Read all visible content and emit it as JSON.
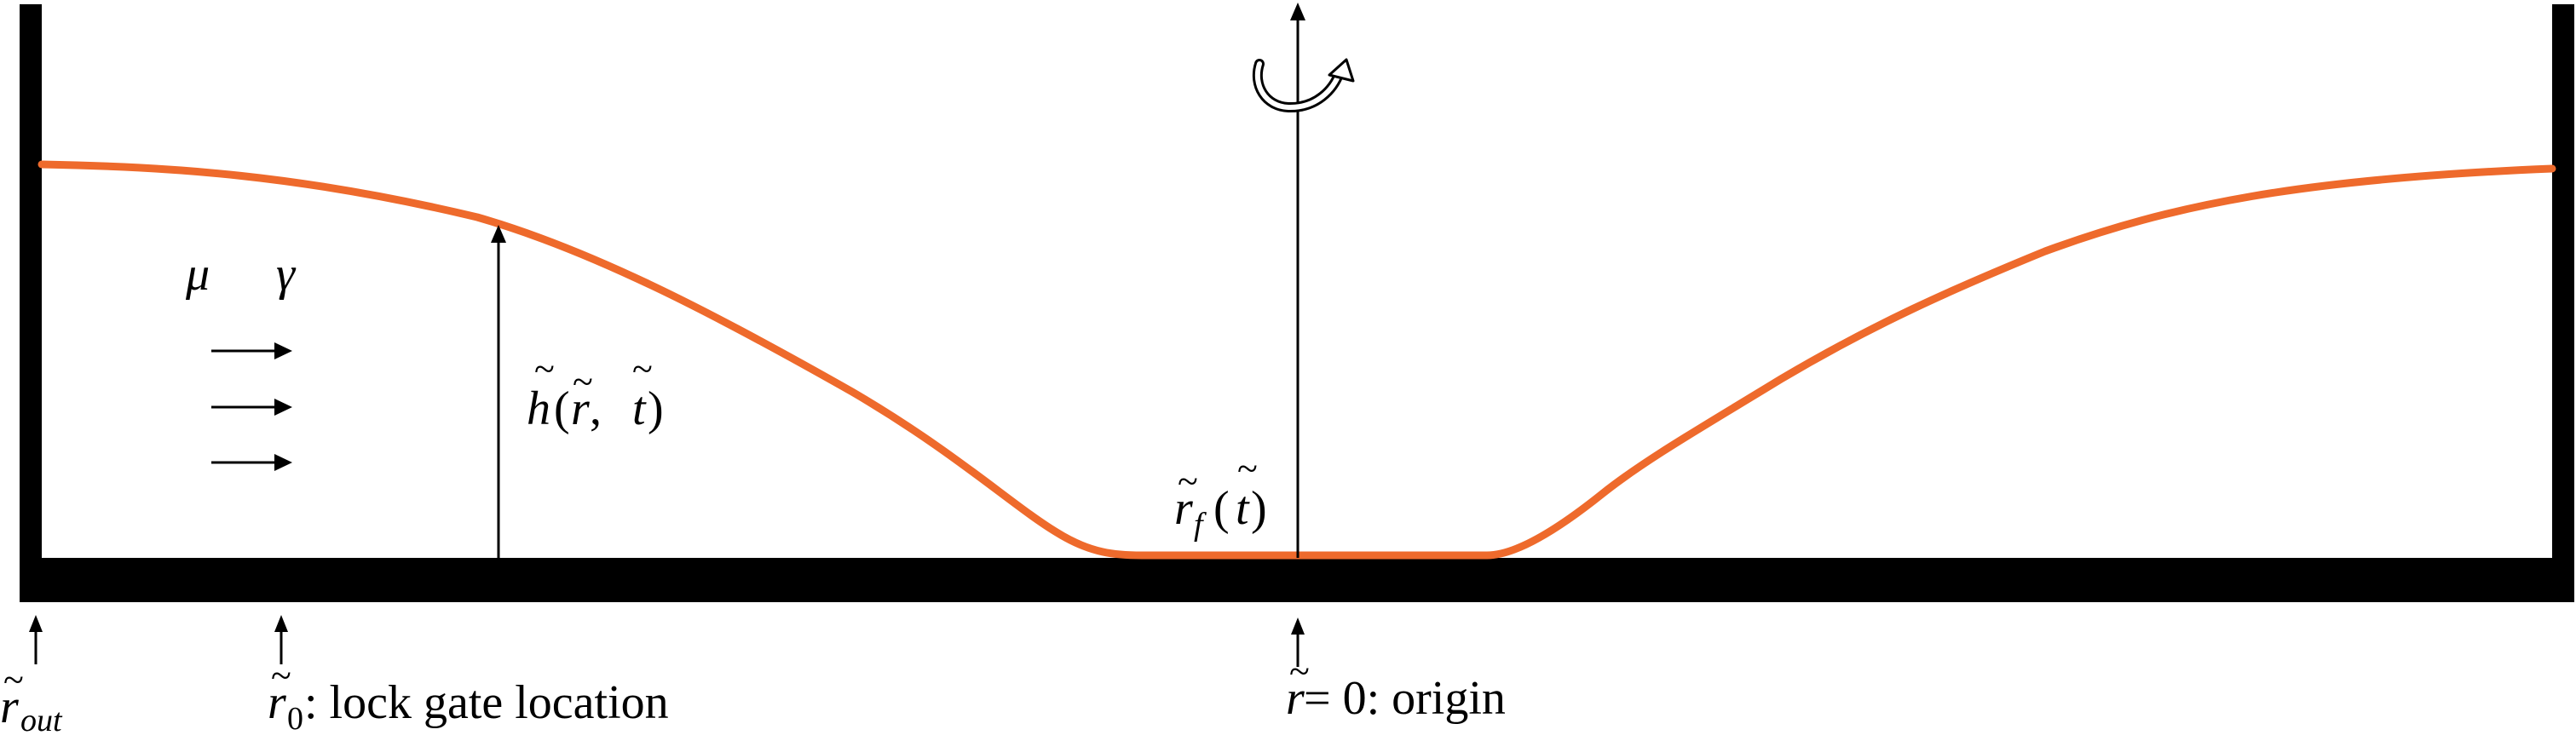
{
  "labels": {
    "mu": "μ",
    "gamma": "γ",
    "height_fn": "h",
    "height_args_open": "(",
    "height_arg_r": "r",
    "height_sep": ", ",
    "height_arg_t": "t",
    "height_args_close": ")",
    "front_r": "r",
    "front_sub": "f",
    "front_open": "(",
    "front_t": "t",
    "front_close": ")",
    "rout_r": "r",
    "rout_sub": "out",
    "r0_r": "r",
    "r0_sub": "0",
    "r0_text": ": lock gate location",
    "origin_r": "r",
    "origin_eq": " = 0: origin",
    "tilde": "~"
  },
  "colors": {
    "fluid_surface": "#EE6A2C",
    "walls": "#000000",
    "arrows": "#000000"
  },
  "icons": {
    "rotation": "rotation-arrow-icon"
  }
}
